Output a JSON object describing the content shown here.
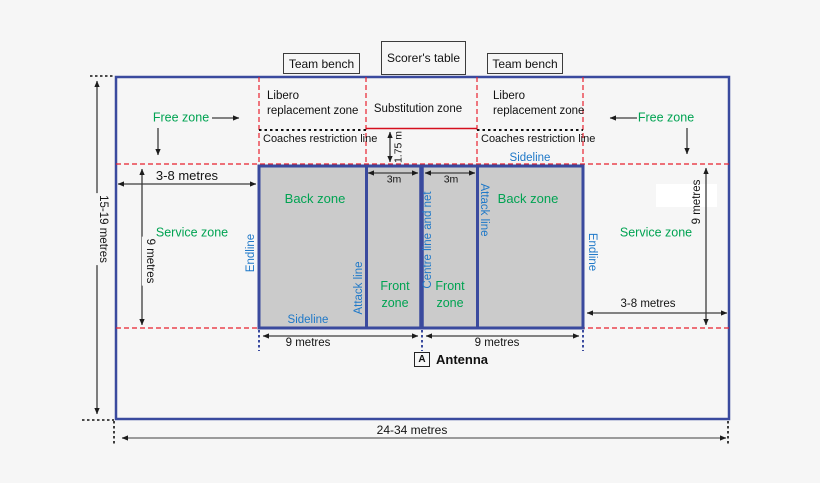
{
  "title": "Volleyball court diagram",
  "benches": {
    "team_bench_left": "Team bench",
    "scorers_table": "Scorer's table",
    "team_bench_right": "Team bench"
  },
  "zones": {
    "free_left": "Free zone",
    "free_right": "Free zone",
    "libero_left": [
      "Libero",
      "replacement zone"
    ],
    "libero_right": [
      "Libero",
      "replacement zone"
    ],
    "substitution": "Substitution zone",
    "coaches_left": "Coaches restriction line",
    "coaches_right": "Coaches restriction line",
    "service_left": "Service zone",
    "service_right": "Service zone",
    "back_left": "Back zone",
    "back_right": "Back zone",
    "front_left": [
      "Front",
      "zone"
    ],
    "front_right": [
      "Front",
      "zone"
    ]
  },
  "court_lines": {
    "sideline_top": "Sideline",
    "sideline_bottom": "Sideline",
    "endline_left": "Endline",
    "endline_right": "Endline",
    "attack_left": "Attack line",
    "attack_right": "Attack line",
    "centre": "Centre line and net"
  },
  "dimensions": {
    "overall_width": "24-34 metres",
    "overall_depth": "15-19 metres",
    "free_zone_left": "3-8 metres",
    "free_zone_right": "3-8 metres",
    "court_depth_left": "9 metres",
    "court_depth_right": "9 metres",
    "half_court_left": "9 metres",
    "half_court_right": "9 metres",
    "front_zone_left": "3m",
    "front_zone_right": "3m",
    "restriction_depth": "1.75 m"
  },
  "antenna": {
    "symbol": "A",
    "label": "Antenna"
  },
  "colors": {
    "court_line_blue": "#3a4a9e",
    "line_label_blue": "#1e78c8",
    "zone_label_green": "#00a352",
    "boundary_red": "#e8212e",
    "court_fill": "#cbcbcb",
    "background": "#f6f6f6"
  }
}
